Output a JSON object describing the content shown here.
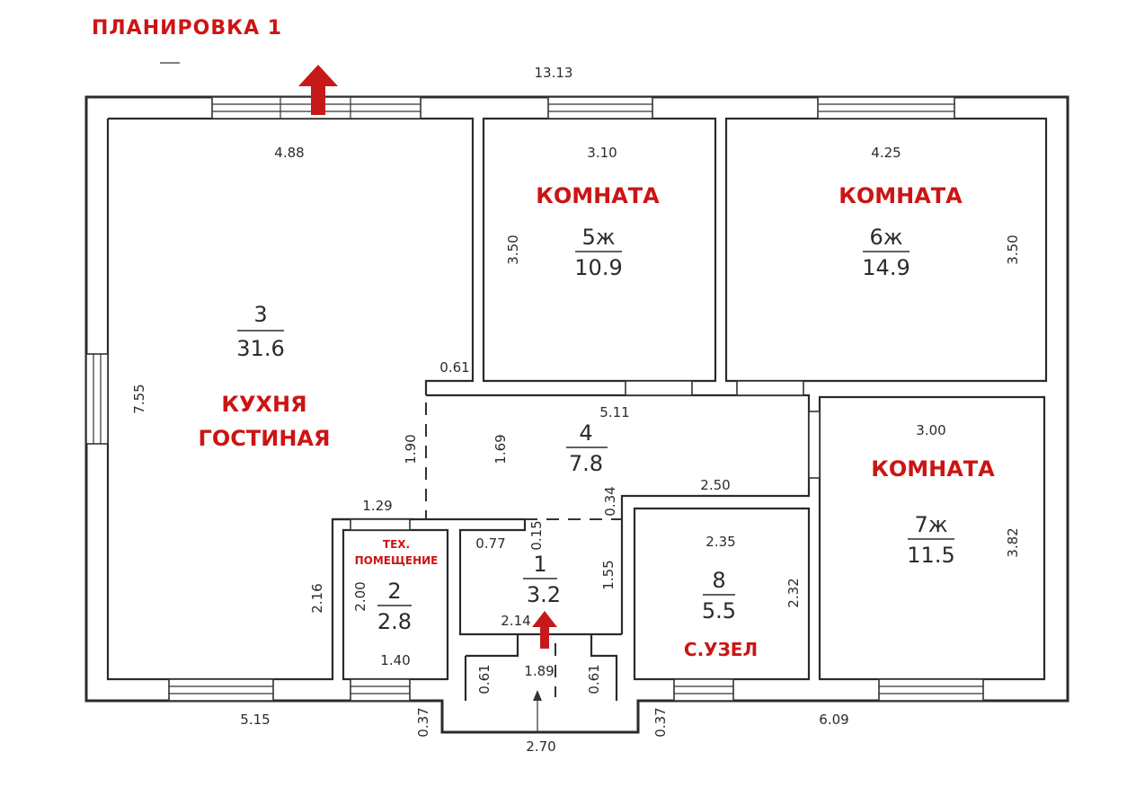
{
  "title": "ПЛАНИРОВКА 1",
  "colors": {
    "accent": "#cc1414",
    "walls": "#2b2b2b"
  },
  "rooms": [
    {
      "id": "r3",
      "num": "3",
      "area": "31.6",
      "label1": "КУХНЯ",
      "label2": "ГОСТИНАЯ"
    },
    {
      "id": "r5",
      "num": "5ж",
      "area": "10.9",
      "label": "КОМНАТА"
    },
    {
      "id": "r6",
      "num": "6ж",
      "area": "14.9",
      "label": "КОМНАТА"
    },
    {
      "id": "r4",
      "num": "4",
      "area": "7.8"
    },
    {
      "id": "r7",
      "num": "7ж",
      "area": "11.5",
      "label": "КОМНАТА"
    },
    {
      "id": "r2",
      "num": "2",
      "area": "2.8",
      "label1": "ТЕХ.",
      "label2": "ПОМЕЩЕНИЕ"
    },
    {
      "id": "r1",
      "num": "1",
      "area": "3.2"
    },
    {
      "id": "r8",
      "num": "8",
      "area": "5.5",
      "label": "С.УЗЕЛ"
    }
  ],
  "dimensions": {
    "overall_width": "13.13",
    "kitchen_width": "4.88",
    "kitchen_height": "7.55",
    "room5_width": "3.10",
    "room5_height": "3.50",
    "room6_width": "4.25",
    "room6_height": "3.50",
    "wall_0_61_top": "0.61",
    "hall_width": "5.11",
    "hall_height_left": "1.90",
    "hall_height_inner": "1.69",
    "hall_offset": "0.34",
    "bath_top": "2.50",
    "room7_width": "3.00",
    "room7_height": "3.82",
    "tech_top": "1.29",
    "tech_height": "2.00",
    "tech_bottom": "1.40",
    "kitchen_lower": "2.16",
    "vest_077": "0.77",
    "vest_015": "0.15",
    "vest_155": "1.55",
    "vest_214": "2.14",
    "bath_width": "2.35",
    "bath_height": "2.32",
    "porch_189": "1.89",
    "porch_061_left": "0.61",
    "porch_061_right": "0.61",
    "porch_037_left": "0.37",
    "porch_037_right": "0.37",
    "porch_width": "2.70",
    "bottom_left": "5.15",
    "bottom_right": "6.09"
  }
}
